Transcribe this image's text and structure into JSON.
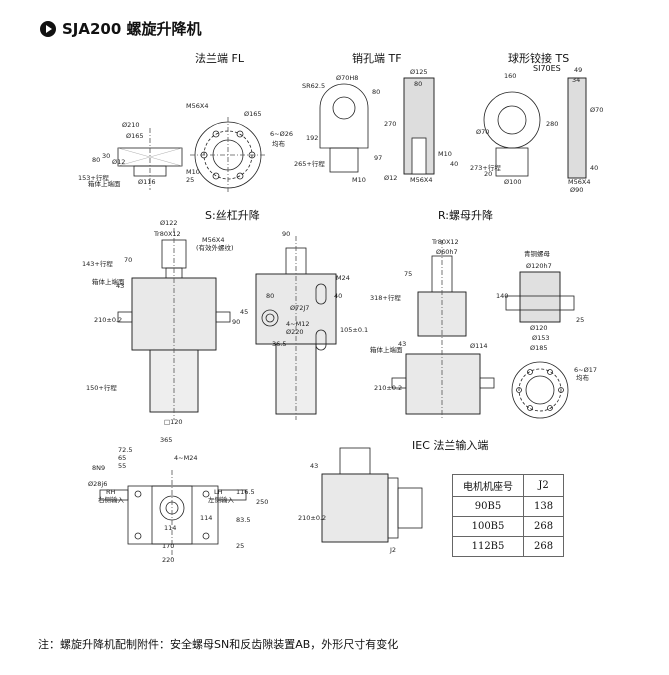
{
  "title": "SJA200 螺旋升降机",
  "views": {
    "flange": "法兰端 FL",
    "pin": "销孔端 TF",
    "ball": "球形铰接 TS",
    "ball_sub": "SI70ES",
    "screw": "S:丝杠升降",
    "nut": "R:螺母升降",
    "iec": "IEC 法兰输入端"
  },
  "dims": {
    "fl": [
      "Ø210",
      "Ø165",
      "Ø12",
      "Ø116",
      "M56X4",
      "Ø165",
      "6~Ø26",
      "均布",
      "80",
      "30",
      "M10",
      "25",
      "153+行程",
      "箱体上端面"
    ],
    "tf": [
      "SR62.5",
      "Ø70H8",
      "192",
      "265+行程",
      "M10",
      "97",
      "80",
      "270"
    ],
    "tf2": [
      "Ø125",
      "80",
      "M10",
      "40",
      "Ø12",
      "M56X4"
    ],
    "ts": [
      "160",
      "Ø70",
      "280",
      "273+行程",
      "20",
      "Ø100",
      "49",
      "34",
      "Ø70",
      "40",
      "M56X4",
      "Ø90"
    ],
    "s": [
      "Ø122",
      "Tr80X12",
      "M56X4",
      "(有效外螺纹)",
      "70",
      "143+行程",
      "43",
      "箱体上端面",
      "210±0.2",
      "150+行程",
      "□120",
      "90",
      "80",
      "Ø72J7",
      "45",
      "4~M12",
      "Ø220",
      "36.5",
      "M24",
      "40",
      "105±0.1",
      "90"
    ],
    "r": [
      "Tr80X12",
      "Ø60h7",
      "75",
      "318+行程",
      "43",
      "箱体上端面",
      "210±0.2",
      "Ø114",
      "青铜螺母",
      "Ø120h7",
      "140",
      "Ø120",
      "Ø153",
      "Ø185",
      "25",
      "6~Ø17",
      "均布"
    ],
    "bottom": [
      "365",
      "72.5",
      "65",
      "55",
      "4~M24",
      "8N9",
      "Ø28j6",
      "RH",
      "右侧输入",
      "LH",
      "左侧输入",
      "114",
      "116.5",
      "250",
      "83.5",
      "114",
      "170",
      "220",
      "25",
      "43",
      "210±0.2",
      "J2"
    ]
  },
  "motor_table": {
    "header": [
      "电机机座号",
      "J2"
    ],
    "rows": [
      [
        "90B5",
        "138"
      ],
      [
        "100B5",
        "268"
      ],
      [
        "112B5",
        "268"
      ]
    ]
  },
  "note": "注：螺旋升降机配制附件：安全螺母SN和反齿隙装置AB，外形尺寸有变化"
}
